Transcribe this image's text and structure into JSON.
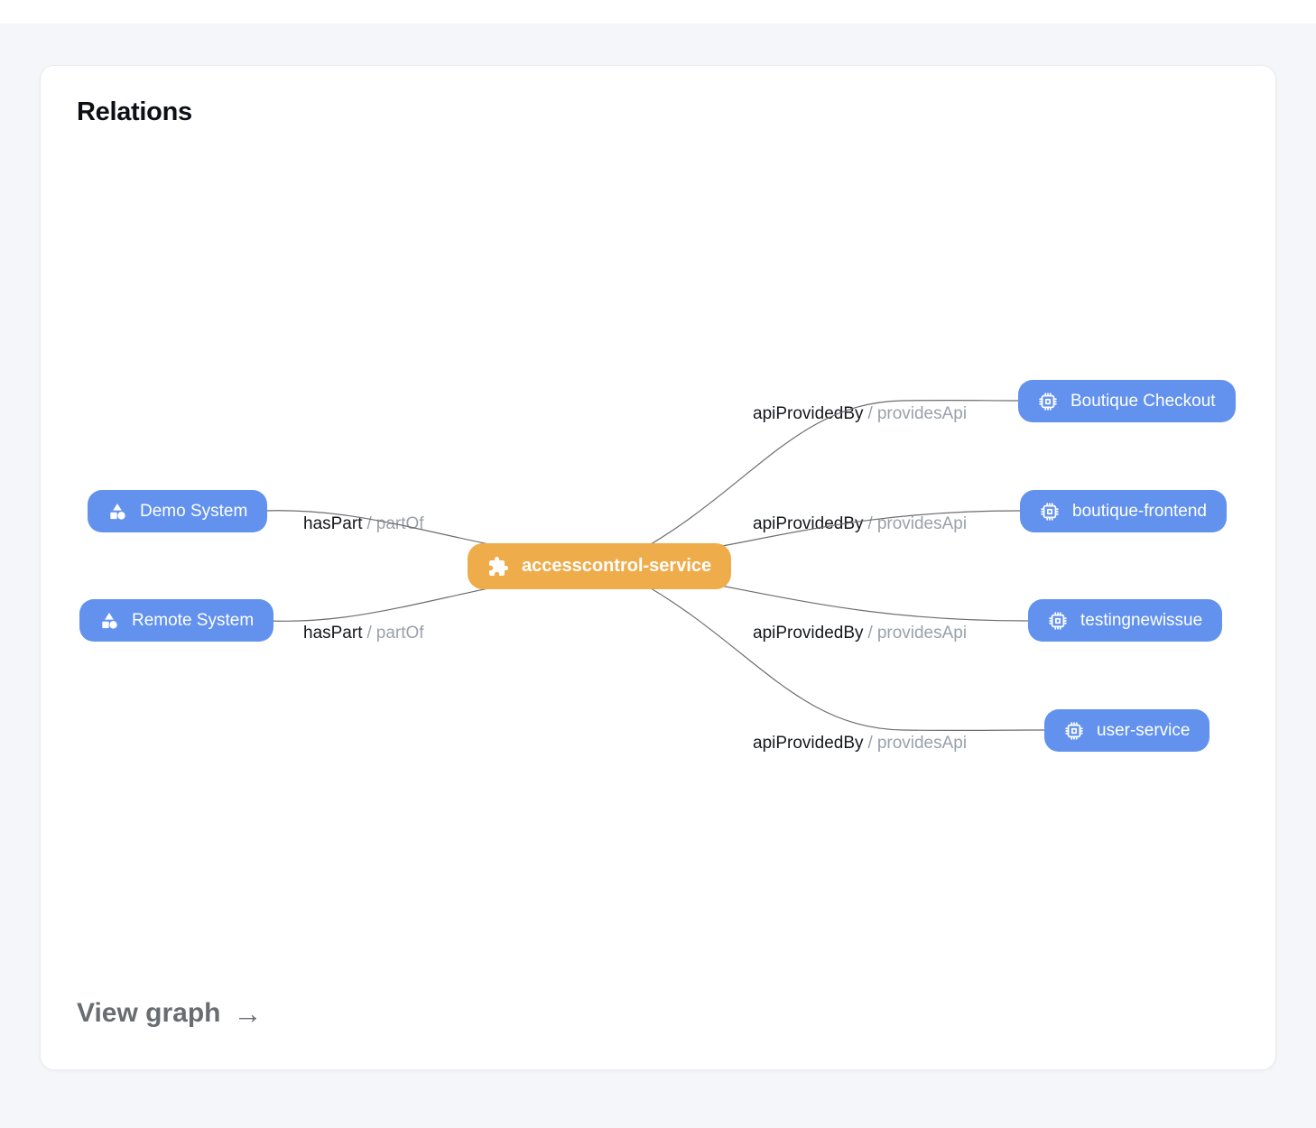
{
  "card": {
    "title": "Relations",
    "view_graph": {
      "label": "View graph",
      "arrow": "→"
    }
  },
  "colors": {
    "node_blue": "#6292ee",
    "node_orange": "#efac4b",
    "edge_line": "#6d6d6d",
    "edge_label_primary": "#16181d",
    "edge_label_secondary": "#9aa1ab",
    "page_background": "#f5f6fa",
    "card_background": "#ffffff"
  },
  "graph": {
    "center_node": {
      "label": "accesscontrol-service",
      "icon": "puzzle-icon"
    },
    "left_nodes": [
      {
        "label": "Demo System",
        "icon": "shapes-icon"
      },
      {
        "label": "Remote System",
        "icon": "shapes-icon"
      }
    ],
    "right_nodes": [
      {
        "label": "Boutique Checkout",
        "icon": "chip-icon"
      },
      {
        "label": "boutique-frontend",
        "icon": "chip-icon"
      },
      {
        "label": "testingnewissue",
        "icon": "chip-icon"
      },
      {
        "label": "user-service",
        "icon": "chip-icon"
      }
    ],
    "edges": [
      {
        "from": "Demo System",
        "to": "accesscontrol-service",
        "primary": "hasPart",
        "separator": "/",
        "secondary": "partOf"
      },
      {
        "from": "Remote System",
        "to": "accesscontrol-service",
        "primary": "hasPart",
        "separator": "/",
        "secondary": "partOf"
      },
      {
        "from": "accesscontrol-service",
        "to": "Boutique Checkout",
        "primary": "apiProvidedBy",
        "separator": "/",
        "secondary": "providesApi"
      },
      {
        "from": "accesscontrol-service",
        "to": "boutique-frontend",
        "primary": "apiProvidedBy",
        "separator": "/",
        "secondary": "providesApi"
      },
      {
        "from": "accesscontrol-service",
        "to": "testingnewissue",
        "primary": "apiProvidedBy",
        "separator": "/",
        "secondary": "providesApi"
      },
      {
        "from": "accesscontrol-service",
        "to": "user-service",
        "primary": "apiProvidedBy",
        "separator": "/",
        "secondary": "providesApi"
      }
    ]
  }
}
